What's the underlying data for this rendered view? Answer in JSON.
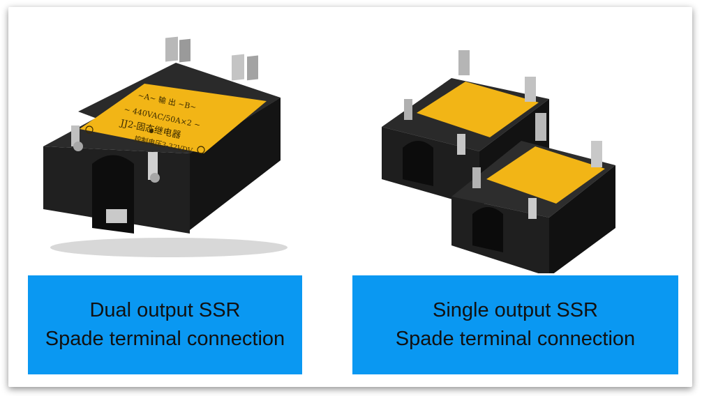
{
  "panels": [
    {
      "id": "dual",
      "caption_line1": "Dual output SSR",
      "caption_line2": "Spade terminal connection",
      "label_lines": [
        "~A~  输 出  ~B~",
        "~ 440VAC/50A×2 ~",
        "JJ2-固态继电器",
        "控制电压3-32VDV"
      ]
    },
    {
      "id": "single",
      "caption_line1": "Single output SSR",
      "caption_line2": "Spade terminal connection"
    }
  ],
  "colors": {
    "caption_bg": "#0a98f2",
    "caption_text": "#111111",
    "relay_body": "#1b1b1b",
    "relay_label": "#f2b516"
  }
}
